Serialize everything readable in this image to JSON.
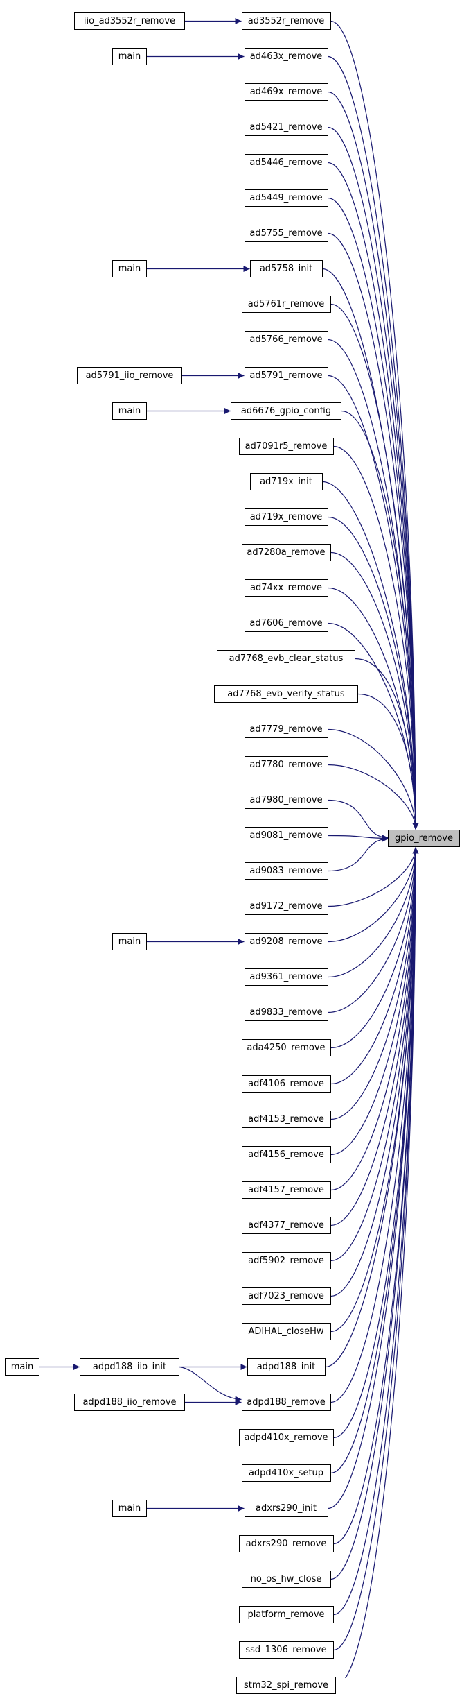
{
  "target": {
    "label": "gpio_remove"
  },
  "callers": [
    {
      "label": "ad3552r_remove",
      "callers": [
        "iio_ad3552r_remove"
      ]
    },
    {
      "label": "ad463x_remove",
      "callers": [
        "main"
      ]
    },
    {
      "label": "ad469x_remove",
      "callers": []
    },
    {
      "label": "ad5421_remove",
      "callers": []
    },
    {
      "label": "ad5446_remove",
      "callers": []
    },
    {
      "label": "ad5449_remove",
      "callers": []
    },
    {
      "label": "ad5755_remove",
      "callers": []
    },
    {
      "label": "ad5758_init",
      "callers": [
        "main"
      ]
    },
    {
      "label": "ad5761r_remove",
      "callers": []
    },
    {
      "label": "ad5766_remove",
      "callers": []
    },
    {
      "label": "ad5791_remove",
      "callers": [
        "ad5791_iio_remove"
      ]
    },
    {
      "label": "ad6676_gpio_config",
      "callers": [
        "main"
      ]
    },
    {
      "label": "ad7091r5_remove",
      "callers": []
    },
    {
      "label": "ad719x_init",
      "callers": []
    },
    {
      "label": "ad719x_remove",
      "callers": []
    },
    {
      "label": "ad7280a_remove",
      "callers": []
    },
    {
      "label": "ad74xx_remove",
      "callers": []
    },
    {
      "label": "ad7606_remove",
      "callers": []
    },
    {
      "label": "ad7768_evb_clear_status",
      "callers": []
    },
    {
      "label": "ad7768_evb_verify_status",
      "callers": []
    },
    {
      "label": "ad7779_remove",
      "callers": []
    },
    {
      "label": "ad7780_remove",
      "callers": []
    },
    {
      "label": "ad7980_remove",
      "callers": []
    },
    {
      "label": "ad9081_remove",
      "callers": []
    },
    {
      "label": "ad9083_remove",
      "callers": []
    },
    {
      "label": "ad9172_remove",
      "callers": []
    },
    {
      "label": "ad9208_remove",
      "callers": [
        "main"
      ]
    },
    {
      "label": "ad9361_remove",
      "callers": []
    },
    {
      "label": "ad9833_remove",
      "callers": []
    },
    {
      "label": "ada4250_remove",
      "callers": []
    },
    {
      "label": "adf4106_remove",
      "callers": []
    },
    {
      "label": "adf4153_remove",
      "callers": []
    },
    {
      "label": "adf4156_remove",
      "callers": []
    },
    {
      "label": "adf4157_remove",
      "callers": []
    },
    {
      "label": "adf4377_remove",
      "callers": []
    },
    {
      "label": "adf5902_remove",
      "callers": []
    },
    {
      "label": "adf7023_remove",
      "callers": []
    },
    {
      "label": "ADIHAL_closeHw",
      "callers": []
    },
    {
      "label": "adpd188_init",
      "callers": [
        "adpd188_iio_init"
      ]
    },
    {
      "label": "adpd188_remove",
      "callers": [
        "adpd188_iio_init",
        "adpd188_iio_remove"
      ]
    },
    {
      "label": "adpd410x_remove",
      "callers": []
    },
    {
      "label": "adpd410x_setup",
      "callers": []
    },
    {
      "label": "adxrs290_init",
      "callers": [
        "main"
      ]
    },
    {
      "label": "adxrs290_remove",
      "callers": []
    },
    {
      "label": "no_os_hw_close",
      "callers": []
    },
    {
      "label": "platform_remove",
      "callers": []
    },
    {
      "label": "ssd_1306_remove",
      "callers": []
    },
    {
      "label": "stm32_spi_remove",
      "callers": []
    }
  ],
  "second_level": [
    {
      "label": "adpd188_iio_init",
      "callers": [
        "main"
      ]
    }
  ],
  "colors": {
    "edge": "#191970",
    "node_border": "#000000",
    "target_fill": "#bfbfbf",
    "node_fill": "#ffffff"
  }
}
